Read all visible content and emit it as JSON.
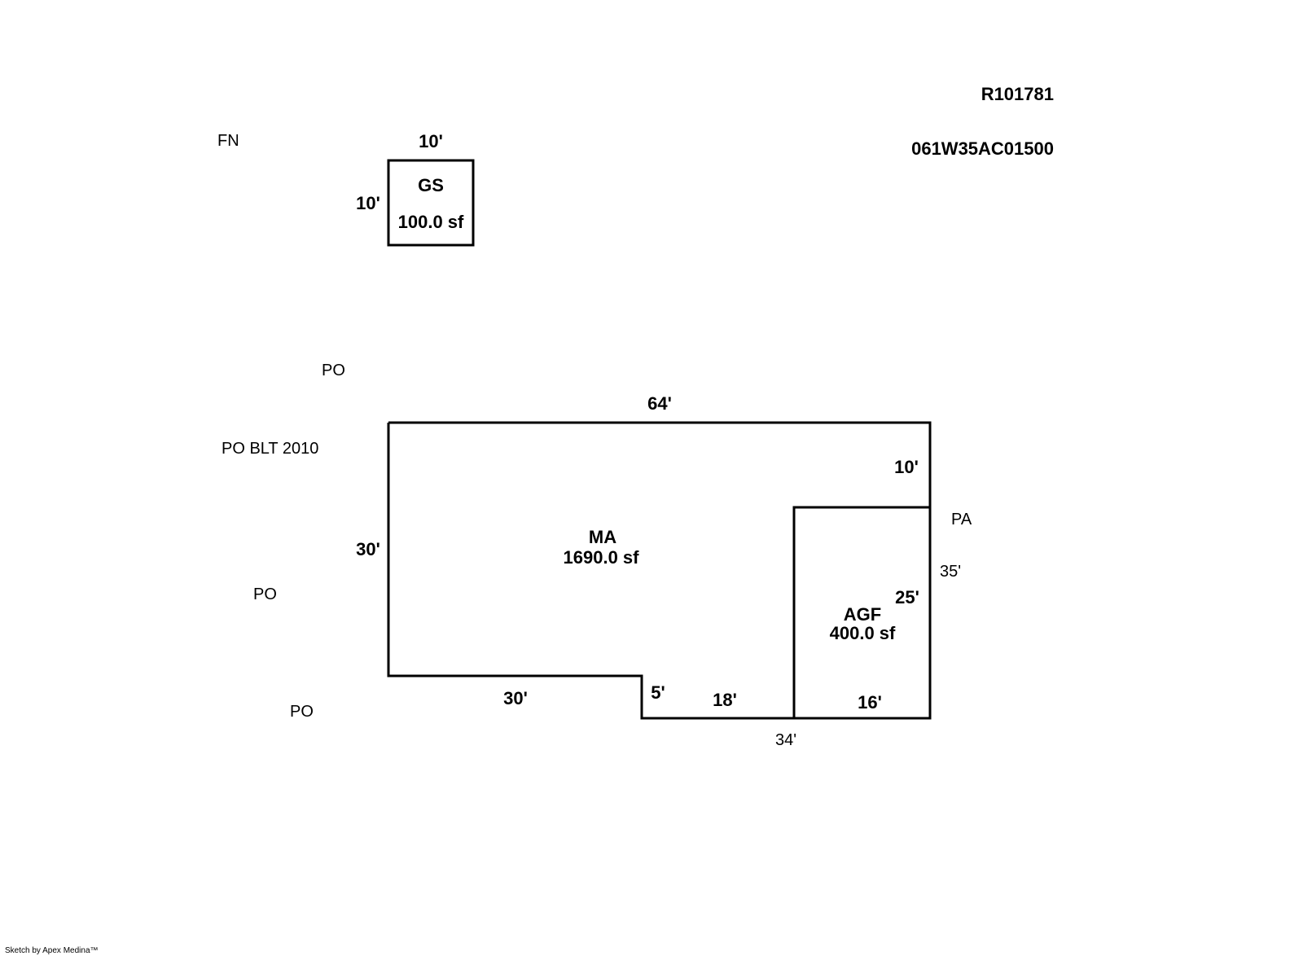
{
  "header": {
    "account_id": "R101781",
    "parcel_id": "061W35AC01500"
  },
  "areas": {
    "gs": {
      "code": "GS",
      "area": "100.0 sf"
    },
    "ma": {
      "code": "MA",
      "area": "1690.0 sf"
    },
    "agf": {
      "code": "AGF",
      "area": "400.0 sf"
    }
  },
  "dimensions": {
    "gs_top": "10'",
    "gs_left": "10'",
    "ma_top": "64'",
    "ma_right_upper": "10'",
    "ma_left": "30'",
    "ma_bottom_left": "30'",
    "ma_step": "5'",
    "ma_bottom_mid": "18'",
    "agf_right": "25'",
    "agf_bottom": "16'"
  },
  "features": {
    "fn": "FN",
    "po_top": "PO",
    "po_blt": "PO BLT 2010",
    "po_mid": "PO",
    "po_bottom": "PO",
    "pa": "PA",
    "pa_dim": "35'",
    "bottom_dim": "34'"
  },
  "footer": {
    "credit": "Sketch by Apex Medina™"
  }
}
